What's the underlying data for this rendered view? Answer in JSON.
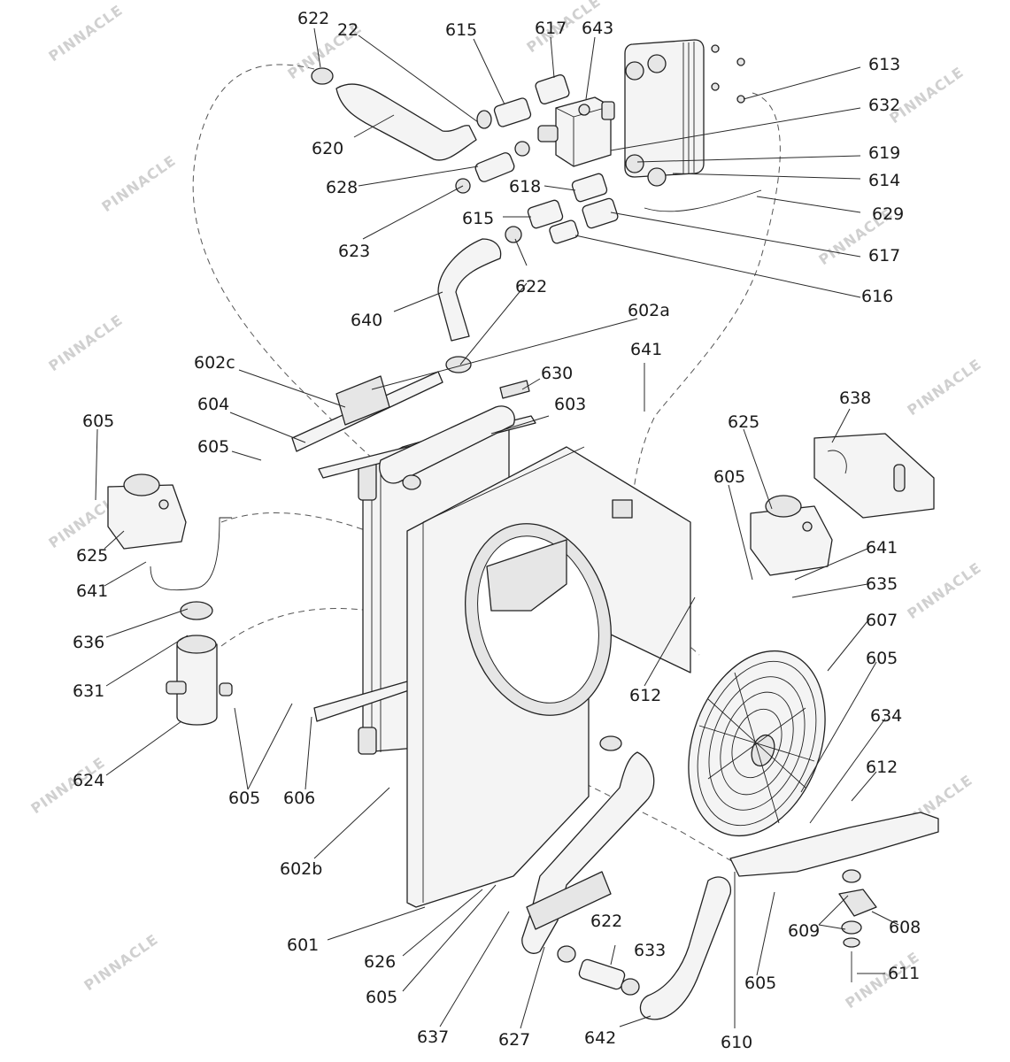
{
  "watermark": "PINNACLE",
  "labels": [
    {
      "id": "l622a",
      "text": "622"
    },
    {
      "id": "l22",
      "text": "22"
    },
    {
      "id": "l615a",
      "text": "615"
    },
    {
      "id": "l617a",
      "text": "617"
    },
    {
      "id": "l643",
      "text": "643"
    },
    {
      "id": "l613",
      "text": "613"
    },
    {
      "id": "l632",
      "text": "632"
    },
    {
      "id": "l620",
      "text": "620"
    },
    {
      "id": "l619",
      "text": "619"
    },
    {
      "id": "l628",
      "text": "628"
    },
    {
      "id": "l618",
      "text": "618"
    },
    {
      "id": "l614",
      "text": "614"
    },
    {
      "id": "l629",
      "text": "629"
    },
    {
      "id": "l615b",
      "text": "615"
    },
    {
      "id": "l623",
      "text": "623"
    },
    {
      "id": "l617b",
      "text": "617"
    },
    {
      "id": "l622b",
      "text": "622"
    },
    {
      "id": "l616",
      "text": "616"
    },
    {
      "id": "l640",
      "text": "640"
    },
    {
      "id": "l602a",
      "text": "602a"
    },
    {
      "id": "l602c",
      "text": "602c"
    },
    {
      "id": "l641a",
      "text": "641"
    },
    {
      "id": "l630",
      "text": "630"
    },
    {
      "id": "l604",
      "text": "604"
    },
    {
      "id": "l603",
      "text": "603"
    },
    {
      "id": "l638",
      "text": "638"
    },
    {
      "id": "l605a",
      "text": "605"
    },
    {
      "id": "l625a",
      "text": "625"
    },
    {
      "id": "l605b",
      "text": "605"
    },
    {
      "id": "l605c",
      "text": "605"
    },
    {
      "id": "l625b",
      "text": "625"
    },
    {
      "id": "l641b",
      "text": "641"
    },
    {
      "id": "l641c",
      "text": "641"
    },
    {
      "id": "l635",
      "text": "635"
    },
    {
      "id": "l636",
      "text": "636"
    },
    {
      "id": "l607",
      "text": "607"
    },
    {
      "id": "l631",
      "text": "631"
    },
    {
      "id": "l605d",
      "text": "605"
    },
    {
      "id": "l612a",
      "text": "612"
    },
    {
      "id": "l634",
      "text": "634"
    },
    {
      "id": "l624",
      "text": "624"
    },
    {
      "id": "l612b",
      "text": "612"
    },
    {
      "id": "l605e",
      "text": "605"
    },
    {
      "id": "l606",
      "text": "606"
    },
    {
      "id": "l602b",
      "text": "602b"
    },
    {
      "id": "l608",
      "text": "608"
    },
    {
      "id": "l609",
      "text": "609"
    },
    {
      "id": "l622c",
      "text": "622"
    },
    {
      "id": "l601",
      "text": "601"
    },
    {
      "id": "l633",
      "text": "633"
    },
    {
      "id": "l626",
      "text": "626"
    },
    {
      "id": "l611",
      "text": "611"
    },
    {
      "id": "l605f",
      "text": "605"
    },
    {
      "id": "l605g",
      "text": "605"
    },
    {
      "id": "l637",
      "text": "637"
    },
    {
      "id": "l627",
      "text": "627"
    },
    {
      "id": "l642",
      "text": "642"
    },
    {
      "id": "l610",
      "text": "610"
    }
  ]
}
